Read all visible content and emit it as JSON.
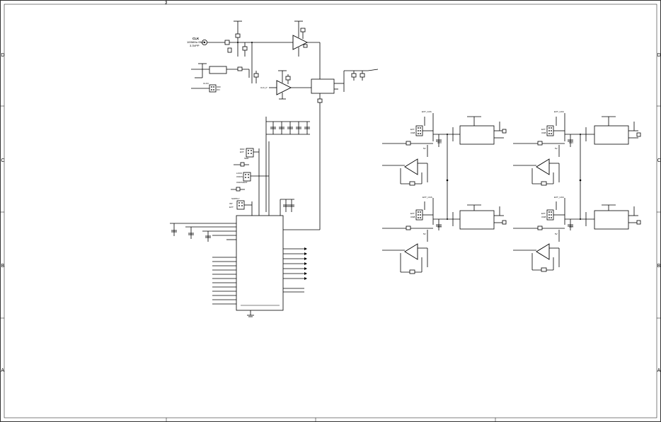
{
  "frame": {
    "row_markers": [
      "D",
      "C",
      "B",
      "A"
    ],
    "col_markers": [
      "2"
    ]
  },
  "top_circuit": {
    "input_connector_label": "CLK",
    "input_connector_line2": "100MHz-SMA",
    "input_connector_line3": "3.3VPP",
    "jumpers": [
      {
        "line1": "CLKC",
        "line2": "OFF",
        "line3": "ON"
      }
    ],
    "misc_label": "CLK_P"
  },
  "mid_jumpers": [
    {
      "line1": "DDR",
      "line2": "EXT",
      "line3": "SDR"
    },
    {
      "line1": "LOCK",
      "line2": "CMOS",
      "line3": "CMOS/EXT"
    },
    {
      "line1": "SUPPLY",
      "line2": "INT",
      "line3": "EXT"
    }
  ],
  "output_blocks": [
    {
      "jumper_title": "EXT_CAS",
      "jumper_rows": [
        "EXT",
        "CM8"
      ],
      "supply": "5V",
      "ref": "3.3V"
    },
    {
      "jumper_title": "EXT_CAS",
      "jumper_rows": [
        "EXT",
        "CM8"
      ],
      "supply": "5V",
      "ref": "3.3V"
    },
    {
      "jumper_title": "EXT_CAS",
      "jumper_rows": [
        "EXT",
        "CM8"
      ],
      "supply": "5V",
      "ref": "3.3V"
    },
    {
      "jumper_title": "EXT_CAS",
      "jumper_rows": [
        "EXT",
        "CM8"
      ],
      "supply": "5V",
      "ref": "3.3V"
    }
  ]
}
